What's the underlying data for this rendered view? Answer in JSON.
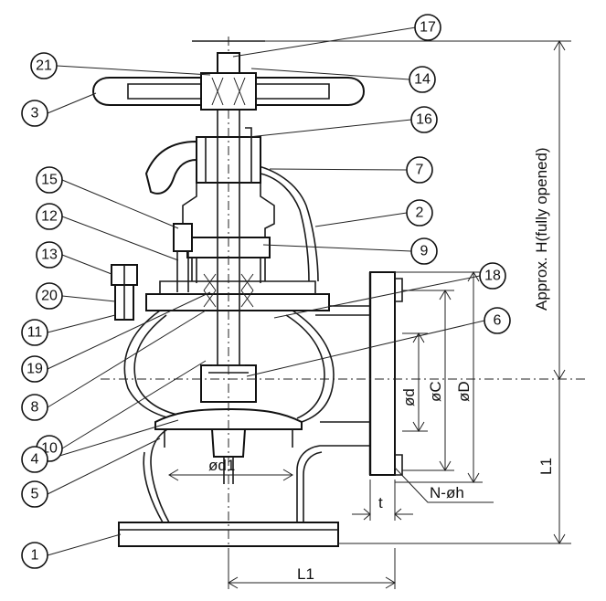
{
  "callouts": [
    {
      "id": "17",
      "label": "17"
    },
    {
      "id": "21",
      "label": "21"
    },
    {
      "id": "14",
      "label": "14"
    },
    {
      "id": "3",
      "label": "3"
    },
    {
      "id": "16",
      "label": "16"
    },
    {
      "id": "7",
      "label": "7"
    },
    {
      "id": "15",
      "label": "15"
    },
    {
      "id": "2",
      "label": "2"
    },
    {
      "id": "12",
      "label": "12"
    },
    {
      "id": "9",
      "label": "9"
    },
    {
      "id": "13",
      "label": "13"
    },
    {
      "id": "18",
      "label": "18"
    },
    {
      "id": "20",
      "label": "20"
    },
    {
      "id": "6",
      "label": "6"
    },
    {
      "id": "11",
      "label": "11"
    },
    {
      "id": "19",
      "label": "19"
    },
    {
      "id": "8",
      "label": "8"
    },
    {
      "id": "10",
      "label": "10"
    },
    {
      "id": "4",
      "label": "4"
    },
    {
      "id": "5",
      "label": "5"
    },
    {
      "id": "1",
      "label": "1"
    }
  ],
  "dimensions": {
    "height": "Approx. H(fully opened)",
    "d": "ød",
    "c": "øC",
    "D": "øD",
    "d1": "ød1",
    "t": "t",
    "holes": "N-øh",
    "l1_vertical": "L1",
    "l1_horizontal": "L1"
  }
}
